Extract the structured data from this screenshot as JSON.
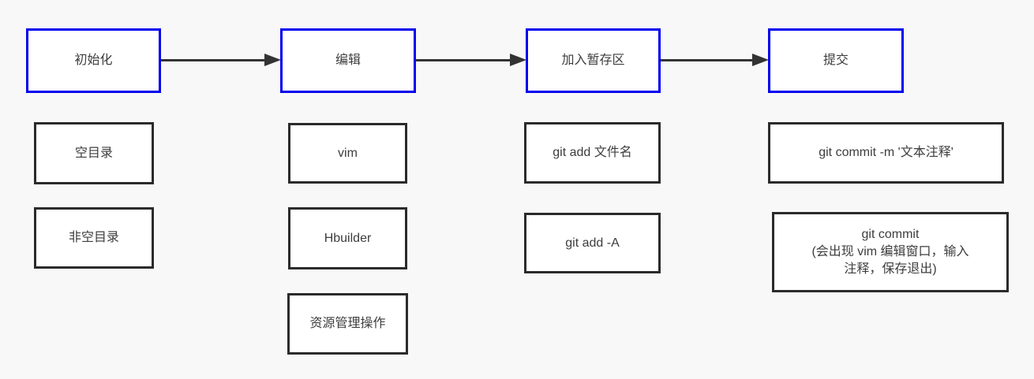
{
  "diagram": {
    "title_hint": "git workflow flowchart",
    "colors": {
      "canvas_background": "#f8f8f8",
      "step_border": "#0000ee",
      "detail_border": "#2b2b2b",
      "arrow": "#333333",
      "text": "#3d3d3d"
    },
    "steps": [
      {
        "label": "初始化"
      },
      {
        "label": "编辑"
      },
      {
        "label": "加入暂存区"
      },
      {
        "label": "提交"
      }
    ],
    "init_options": [
      {
        "label": "空目录"
      },
      {
        "label": "非空目录"
      }
    ],
    "edit_tools": [
      {
        "label": "vim"
      },
      {
        "label": "Hbuilder"
      },
      {
        "label": "资源管理操作"
      }
    ],
    "stage_commands": [
      {
        "label": "git add 文件名"
      },
      {
        "label": "git add -A"
      }
    ],
    "commit_commands": [
      {
        "label": "git commit -m '文本注释'"
      }
    ],
    "commit_manual": {
      "title": "git commit",
      "note_line1": "(会出现 vim 编辑窗口，输入",
      "note_line2": "注释，保存退出)"
    }
  }
}
